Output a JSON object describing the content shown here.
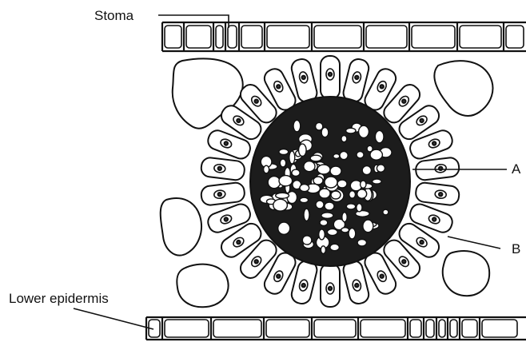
{
  "labels": {
    "stoma": "Stoma",
    "lower_epidermis": "Lower epidermis",
    "a": "A",
    "b": "B"
  },
  "colors": {
    "ink": "#111111",
    "cell_fill": "#ffffff",
    "nucleus_fill": "#3a3a3a"
  }
}
